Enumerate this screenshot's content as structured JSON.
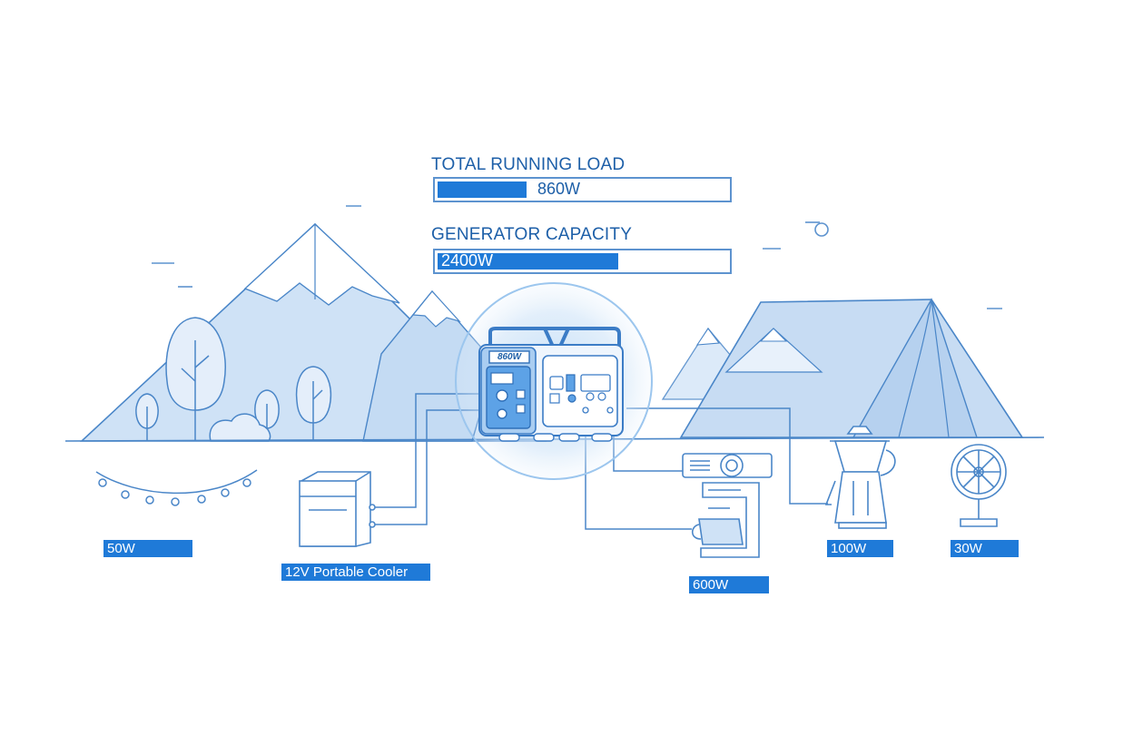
{
  "meters": {
    "load": {
      "label": "TOTAL RUNNING LOAD",
      "value": "860W"
    },
    "capacity": {
      "label": "GENERATOR CAPACITY",
      "value": "2400W"
    }
  },
  "generator": {
    "display": "860W"
  },
  "devices": {
    "string_lights": {
      "watts": "50W"
    },
    "cooler": {
      "watts": "12V Portable Cooler"
    },
    "coffee_maker": {
      "watts": "600W"
    },
    "kettle": {
      "watts": "100W"
    },
    "fan": {
      "watts": "30W"
    }
  },
  "colors": {
    "accent": "#1f7ad8",
    "line": "#4a86c8",
    "fill": "#cfe2f6"
  }
}
